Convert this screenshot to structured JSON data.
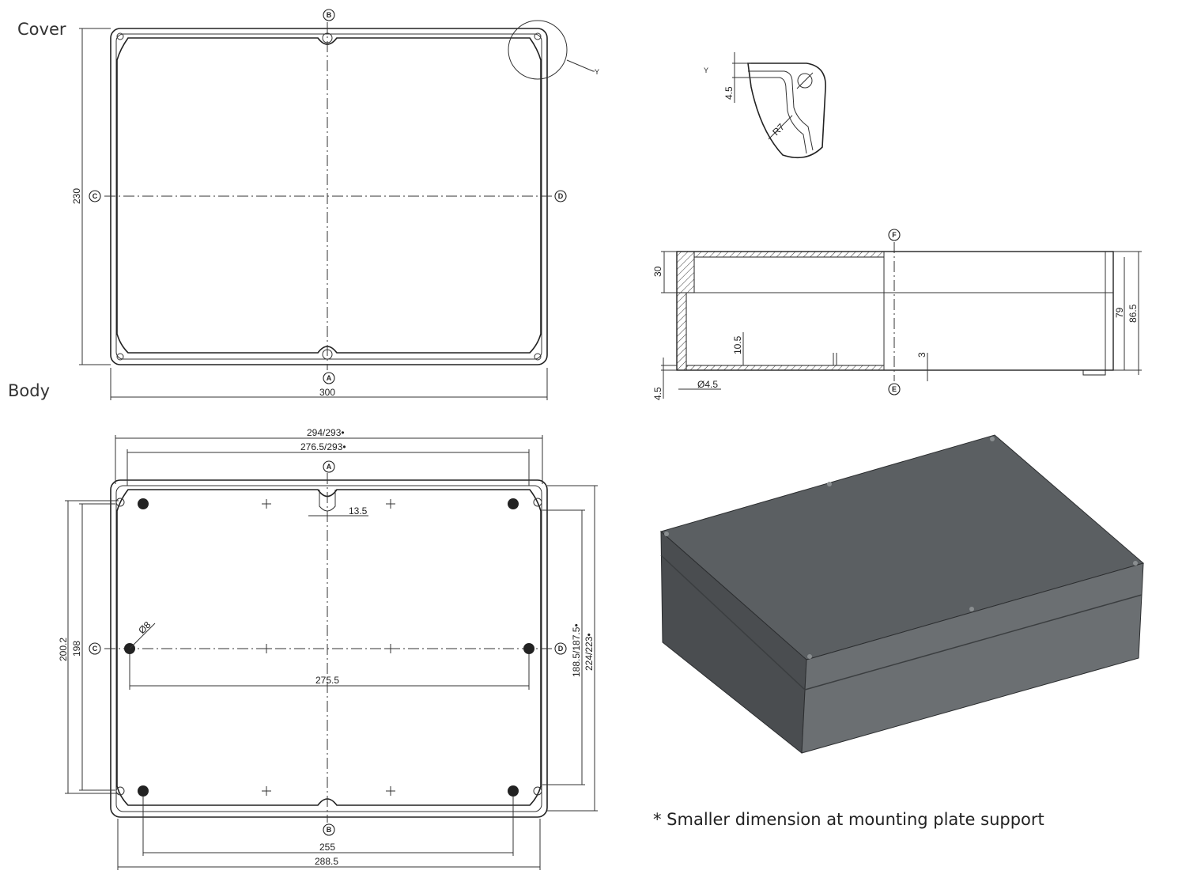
{
  "labels": {
    "cover": "Cover",
    "body": "Body"
  },
  "note": "* Smaller dimension at mounting plate support",
  "markers": {
    "a": "A",
    "b": "B",
    "c": "C",
    "d": "D",
    "e": "E",
    "f": "F",
    "y": "Y"
  },
  "cover_dims": {
    "width": "300",
    "height": "230"
  },
  "body_dims": {
    "outer_top": "294/293•",
    "inner_top": "276.5/293•",
    "slot": "13.5",
    "hole_dia": "Ø8",
    "hole_span_x": "275.5",
    "bottom_inner": "255",
    "bottom_outer": "288.5",
    "left_outer": "200.2",
    "left_inner": "198",
    "right_inner": "188.5/187.5•",
    "right_outer": "224/223•"
  },
  "detail_dims": {
    "lip": "4.5",
    "radius": "R7"
  },
  "section_dims": {
    "cover_h": "30",
    "wall": "10.5",
    "floor": "4.5",
    "screw": "Ø4.5",
    "rib": "3",
    "inner_h": "79",
    "total_h": "86.5"
  },
  "colors": {
    "top": "#5b5f62",
    "front": "#6b6f72",
    "side": "#4a4d50",
    "line": "#222222"
  }
}
